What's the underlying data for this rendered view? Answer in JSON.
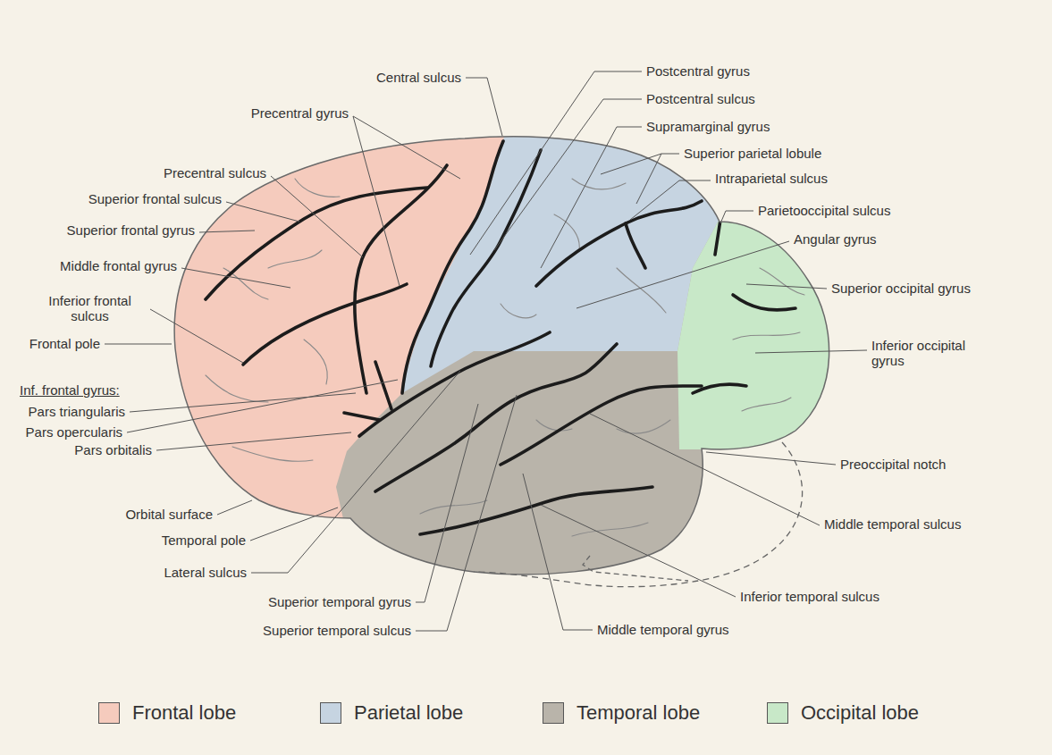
{
  "diagram": {
    "labels": [
      "Central sulcus",
      "Postcentral gyrus",
      "Postcentral sulcus",
      "Precentral gyrus",
      "Supramarginal gyrus",
      "Superior parietal lobule",
      "Precentral sulcus",
      "Intraparietal sulcus",
      "Superior frontal sulcus",
      "Parietooccipital sulcus",
      "Superior frontal gyrus",
      "Angular gyrus",
      "Middle frontal gyrus",
      "Superior occipital gyrus",
      "Inferior frontal sulcus",
      "Frontal pole",
      "Inferior occipital gyrus",
      "Inf. frontal gyrus:",
      "Pars triangularis",
      "Pars opercularis",
      "Pars orbitalis",
      "Preoccipital notch",
      "Orbital surface",
      "Middle temporal sulcus",
      "Temporal pole",
      "Lateral sulcus",
      "Inferior temporal sulcus",
      "Superior temporal gyrus",
      "Superior temporal sulcus",
      "Middle temporal gyrus"
    ],
    "legend": [
      {
        "text": "Frontal lobe",
        "color": "#f5cbbd"
      },
      {
        "text": "Parietal lobe",
        "color": "#c6d4e1"
      },
      {
        "text": "Temporal lobe",
        "color": "#b9b4aa"
      },
      {
        "text": "Occipital lobe",
        "color": "#c8e8c8"
      }
    ]
  }
}
